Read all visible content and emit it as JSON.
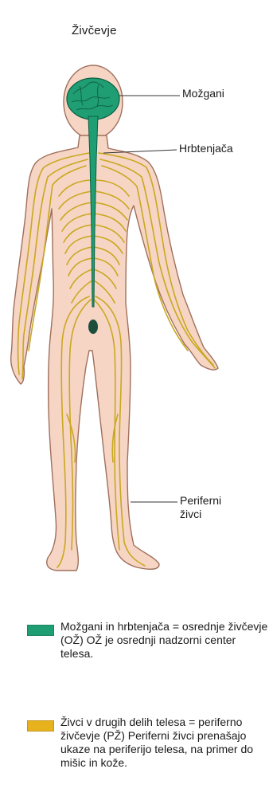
{
  "title": "Živčevje",
  "labels": {
    "brain": "Možgani",
    "spinal_cord": "Hrbtenjača",
    "peripheral_line1": "Periferni",
    "peripheral_line2": "živci"
  },
  "legend": [
    {
      "text": "Možgani in hrbtenjača = osrednje živčevje (OŽ) OŽ je osrednji nadzorni center telesa.",
      "color": "#1f9e73"
    },
    {
      "text": "Živci v drugih delih telesa = periferno živčevje (PŽ) Periferni živci prenašajo ukaze na periferijo telesa, na primer do mišic in kože.",
      "color": "#e7b21e"
    }
  ],
  "colors": {
    "skin": "#f6d5c4",
    "skin_outline": "#a0705c",
    "cns": "#1f9e73",
    "pns": "#c9a820"
  }
}
